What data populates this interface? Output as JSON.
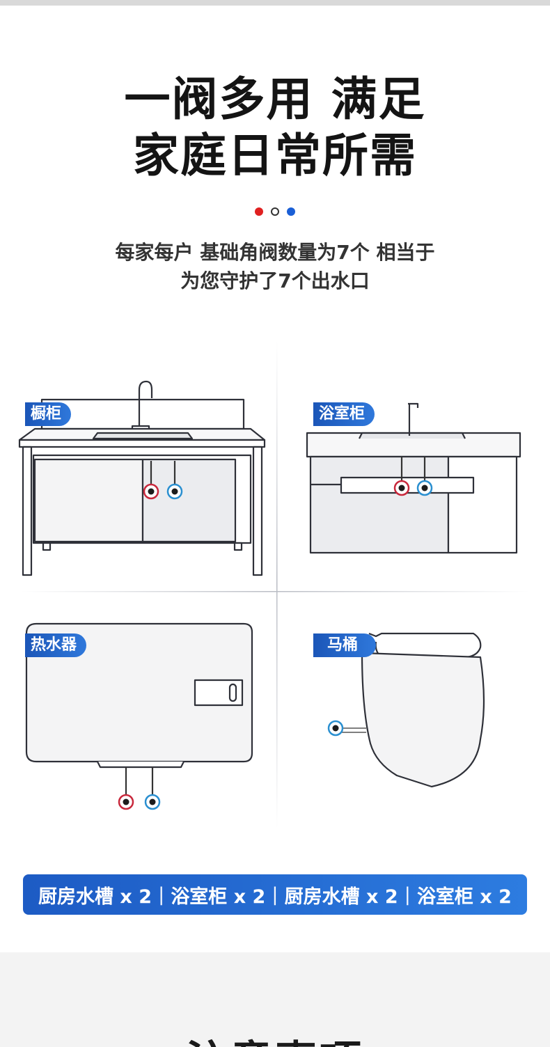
{
  "title": {
    "line1": "一阀多用 满足",
    "line2": "家庭日常所需"
  },
  "dots": [
    "#e02020",
    "#ffffff",
    "#1a5fd6"
  ],
  "subtitle": {
    "line1": "每家每户 基础角阀数量为7个 相当于",
    "line2": "为您守护了7个出水口"
  },
  "labels": {
    "cabinet": "橱柜",
    "bath_cabinet": "浴室柜",
    "water_heater": "热水器",
    "toilet": "马桶"
  },
  "summary": {
    "items": [
      "厨房水槽 x 2",
      "浴室柜 x 2",
      "厨房水槽 x 2",
      "浴室柜 x 2"
    ],
    "separator": "|"
  },
  "next_section": {
    "title": "注意事项"
  },
  "colors": {
    "hot": "#c8283c",
    "cold": "#2a8fd0",
    "accent": "#1d5bc4"
  }
}
